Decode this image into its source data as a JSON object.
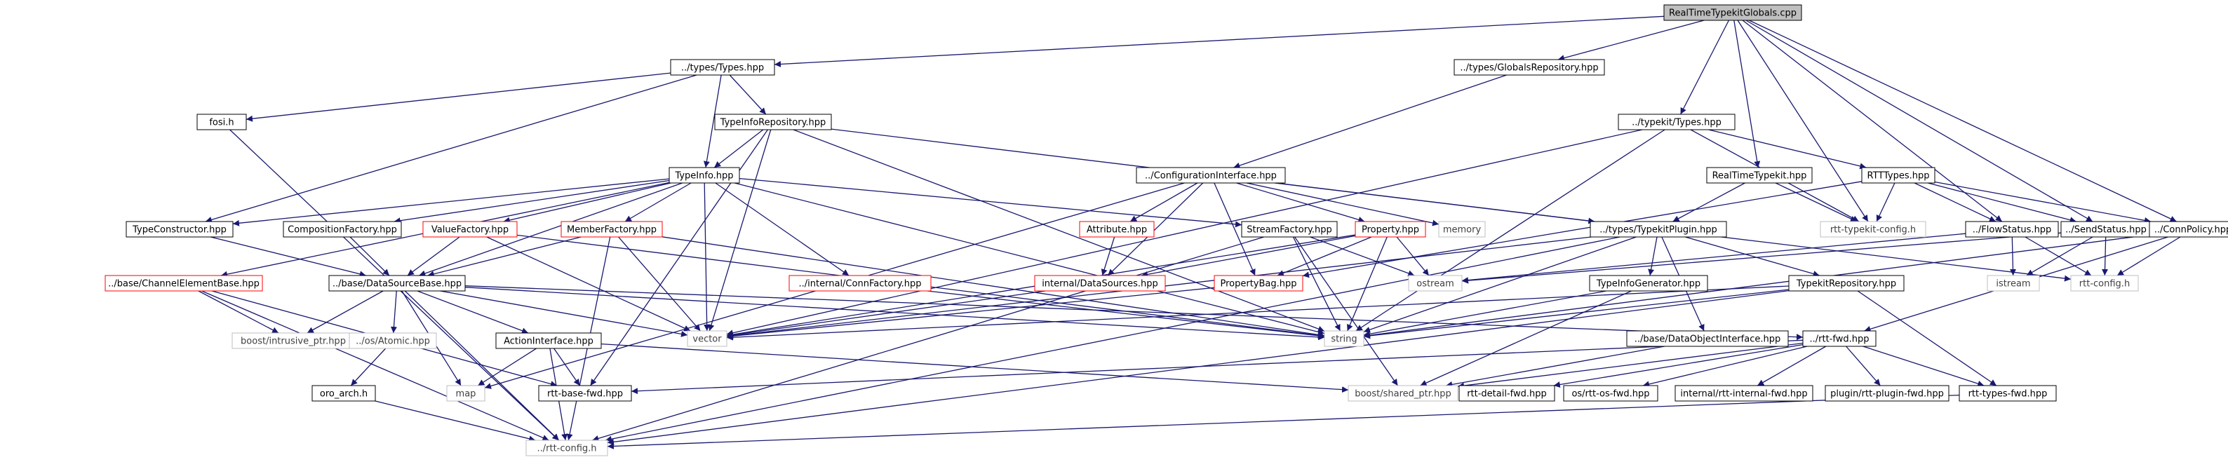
{
  "colors": {
    "edge": "#191970",
    "box_black": "#000000",
    "box_red": "#ff0000",
    "box_gray": "#bfbfbf",
    "root_fill": "#bfbfbf",
    "text": "#000000",
    "text_gray": "#404040"
  },
  "nodes": [
    {
      "id": "root",
      "label": "RealTimeTypekitGlobals.cpp",
      "style": "root"
    },
    {
      "id": "types_types",
      "label": "../types/Types.hpp",
      "style": "black"
    },
    {
      "id": "globals_repo",
      "label": "../types/GlobalsRepository.hpp",
      "style": "black"
    },
    {
      "id": "fosi",
      "label": "fosi.h",
      "style": "black"
    },
    {
      "id": "typeinfo_repo",
      "label": "TypeInfoRepository.hpp",
      "style": "black"
    },
    {
      "id": "typekit_types",
      "label": "../typekit/Types.hpp",
      "style": "black"
    },
    {
      "id": "rt_typekit",
      "label": "RealTimeTypekit.hpp",
      "style": "black"
    },
    {
      "id": "rtttypes",
      "label": "RTTTypes.hpp",
      "style": "black"
    },
    {
      "id": "typeinfo",
      "label": "TypeInfo.hpp",
      "style": "black"
    },
    {
      "id": "config_iface",
      "label": "../ConfigurationInterface.hpp",
      "style": "black"
    },
    {
      "id": "typekit_config",
      "label": "rtt-typekit-config.h",
      "style": "gray"
    },
    {
      "id": "type_constructor",
      "label": "TypeConstructor.hpp",
      "style": "black"
    },
    {
      "id": "composition_factory",
      "label": "CompositionFactory.hpp",
      "style": "black"
    },
    {
      "id": "value_factory",
      "label": "ValueFactory.hpp",
      "style": "red"
    },
    {
      "id": "member_factory",
      "label": "MemberFactory.hpp",
      "style": "red"
    },
    {
      "id": "stream_factory",
      "label": "StreamFactory.hpp",
      "style": "black"
    },
    {
      "id": "attribute",
      "label": "Attribute.hpp",
      "style": "red"
    },
    {
      "id": "property",
      "label": "Property.hpp",
      "style": "red"
    },
    {
      "id": "memory",
      "label": "memory",
      "style": "gray"
    },
    {
      "id": "typekit_plugin",
      "label": "../types/TypekitPlugin.hpp",
      "style": "black"
    },
    {
      "id": "flowstatus",
      "label": "../FlowStatus.hpp",
      "style": "black"
    },
    {
      "id": "sendstatus",
      "label": "../SendStatus.hpp",
      "style": "black"
    },
    {
      "id": "connpolicy",
      "label": "../ConnPolicy.hpp",
      "style": "black"
    },
    {
      "id": "channel_element",
      "label": "../base/ChannelElementBase.hpp",
      "style": "red"
    },
    {
      "id": "datasource_base",
      "label": "../base/DataSourceBase.hpp",
      "style": "black"
    },
    {
      "id": "internal_connfactory",
      "label": "../internal/ConnFactory.hpp",
      "style": "red"
    },
    {
      "id": "internal_datasources",
      "label": "internal/DataSources.hpp",
      "style": "red"
    },
    {
      "id": "propertybag",
      "label": "PropertyBag.hpp",
      "style": "red"
    },
    {
      "id": "ostream",
      "label": "ostream",
      "style": "gray"
    },
    {
      "id": "typeinfo_generator",
      "label": "TypeInfoGenerator.hpp",
      "style": "black"
    },
    {
      "id": "typekit_repo",
      "label": "TypekitRepository.hpp",
      "style": "black"
    },
    {
      "id": "istream",
      "label": "istream",
      "style": "gray"
    },
    {
      "id": "rtt_config_h",
      "label": "rtt-config.h",
      "style": "gray"
    },
    {
      "id": "intrusive_ptr",
      "label": "boost/intrusive_ptr.hpp",
      "style": "gray"
    },
    {
      "id": "os_atomic",
      "label": "../os/Atomic.hpp",
      "style": "gray"
    },
    {
      "id": "action_iface",
      "label": "ActionInterface.hpp",
      "style": "black"
    },
    {
      "id": "vector",
      "label": "vector",
      "style": "gray"
    },
    {
      "id": "string",
      "label": "string",
      "style": "gray"
    },
    {
      "id": "dataobject_iface",
      "label": "../base/DataObjectInterface.hpp",
      "style": "black"
    },
    {
      "id": "rtt_fwd",
      "label": "../rtt-fwd.hpp",
      "style": "black"
    },
    {
      "id": "oro_arch",
      "label": "oro_arch.h",
      "style": "black"
    },
    {
      "id": "map",
      "label": "map",
      "style": "gray"
    },
    {
      "id": "rtt_base_fwd",
      "label": "rtt-base-fwd.hpp",
      "style": "black"
    },
    {
      "id": "boost_shared_ptr",
      "label": "boost/shared_ptr.hpp",
      "style": "gray"
    },
    {
      "id": "rtt_detail_fwd",
      "label": "rtt-detail-fwd.hpp",
      "style": "black"
    },
    {
      "id": "os_rtt_os_fwd",
      "label": "os/rtt-os-fwd.hpp",
      "style": "black"
    },
    {
      "id": "internal_rtt_internal_fwd",
      "label": "internal/rtt-internal-fwd.hpp",
      "style": "black"
    },
    {
      "id": "plugin_rtt_plugin_fwd",
      "label": "plugin/rtt-plugin-fwd.hpp",
      "style": "black"
    },
    {
      "id": "rtt_types_fwd",
      "label": "rtt-types-fwd.hpp",
      "style": "black"
    },
    {
      "id": "rtt_config_dotdot",
      "label": "../rtt-config.h",
      "style": "gray"
    }
  ],
  "edges": [
    [
      "root",
      "types_types"
    ],
    [
      "root",
      "globals_repo"
    ],
    [
      "root",
      "typekit_types"
    ],
    [
      "root",
      "rt_typekit"
    ],
    [
      "root",
      "typekit_config"
    ],
    [
      "root",
      "flowstatus"
    ],
    [
      "root",
      "sendstatus"
    ],
    [
      "root",
      "connpolicy"
    ],
    [
      "types_types",
      "fosi"
    ],
    [
      "types_types",
      "typeinfo_repo"
    ],
    [
      "types_types",
      "typeinfo"
    ],
    [
      "types_types",
      "type_constructor"
    ],
    [
      "globals_repo",
      "config_iface"
    ],
    [
      "fosi",
      "rtt_config_dotdot"
    ],
    [
      "typeinfo_repo",
      "typeinfo"
    ],
    [
      "typeinfo_repo",
      "vector"
    ],
    [
      "typeinfo_repo",
      "string"
    ],
    [
      "typeinfo_repo",
      "typekit_plugin"
    ],
    [
      "typeinfo_repo",
      "rtt_base_fwd"
    ],
    [
      "typeinfo",
      "type_constructor"
    ],
    [
      "typeinfo",
      "composition_factory"
    ],
    [
      "typeinfo",
      "value_factory"
    ],
    [
      "typeinfo",
      "member_factory"
    ],
    [
      "typeinfo",
      "stream_factory"
    ],
    [
      "typeinfo",
      "internal_connfactory"
    ],
    [
      "typeinfo",
      "channel_element"
    ],
    [
      "typeinfo",
      "datasource_base"
    ],
    [
      "typeinfo",
      "vector"
    ],
    [
      "typeinfo",
      "string"
    ],
    [
      "typekit_types",
      "vector"
    ],
    [
      "typekit_types",
      "string"
    ],
    [
      "typekit_types",
      "rtttypes"
    ],
    [
      "typekit_types",
      "typekit_config"
    ],
    [
      "rt_typekit",
      "typekit_config"
    ],
    [
      "rtttypes",
      "flowstatus"
    ],
    [
      "rtttypes",
      "sendstatus"
    ],
    [
      "rtttypes",
      "connpolicy"
    ],
    [
      "rtttypes",
      "propertybag"
    ],
    [
      "rtttypes",
      "typekit_config"
    ],
    [
      "rt_typekit",
      "typekit_plugin"
    ],
    [
      "config_iface",
      "attribute"
    ],
    [
      "config_iface",
      "property"
    ],
    [
      "config_iface",
      "memory"
    ],
    [
      "config_iface",
      "internal_datasources"
    ],
    [
      "config_iface",
      "propertybag"
    ],
    [
      "config_iface",
      "map"
    ],
    [
      "config_iface",
      "rtt_config_h"
    ],
    [
      "type_constructor",
      "datasource_base"
    ],
    [
      "composition_factory",
      "datasource_base"
    ],
    [
      "value_factory",
      "datasource_base"
    ],
    [
      "value_factory",
      "vector"
    ],
    [
      "value_factory",
      "string"
    ],
    [
      "member_factory",
      "datasource_base"
    ],
    [
      "member_factory",
      "vector"
    ],
    [
      "member_factory",
      "string"
    ],
    [
      "member_factory",
      "rtt_config_dotdot"
    ],
    [
      "stream_factory",
      "ostream"
    ],
    [
      "stream_factory",
      "string"
    ],
    [
      "stream_factory",
      "boost_shared_ptr"
    ],
    [
      "stream_factory",
      "rtt_config_dotdot"
    ],
    [
      "attribute",
      "internal_datasources"
    ],
    [
      "property",
      "propertybag"
    ],
    [
      "property",
      "internal_datasources"
    ],
    [
      "property",
      "string"
    ],
    [
      "property",
      "ostream"
    ],
    [
      "property",
      "vector"
    ],
    [
      "typekit_plugin",
      "string"
    ],
    [
      "typekit_plugin",
      "vector"
    ],
    [
      "typekit_plugin",
      "rtt_config_dotdot"
    ],
    [
      "flowstatus",
      "ostream"
    ],
    [
      "flowstatus",
      "istream"
    ],
    [
      "flowstatus",
      "rtt_config_h"
    ],
    [
      "sendstatus",
      "ostream"
    ],
    [
      "sendstatus",
      "istream"
    ],
    [
      "sendstatus",
      "rtt_config_h"
    ],
    [
      "connpolicy",
      "rtt_config_h"
    ],
    [
      "connpolicy",
      "string"
    ],
    [
      "connpolicy",
      "rtt_fwd"
    ],
    [
      "channel_element",
      "intrusive_ptr"
    ],
    [
      "channel_element",
      "rtt_base_fwd"
    ],
    [
      "channel_element",
      "rtt_config_dotdot"
    ],
    [
      "datasource_base",
      "intrusive_ptr"
    ],
    [
      "datasource_base",
      "os_atomic"
    ],
    [
      "datasource_base",
      "action_iface"
    ],
    [
      "datasource_base",
      "vector"
    ],
    [
      "datasource_base",
      "string"
    ],
    [
      "datasource_base",
      "map"
    ],
    [
      "datasource_base",
      "rtt_config_dotdot"
    ],
    [
      "datasource_base",
      "rtt_fwd"
    ],
    [
      "os_atomic",
      "oro_arch"
    ],
    [
      "oro_arch",
      "rtt_config_dotdot"
    ],
    [
      "action_iface",
      "map"
    ],
    [
      "action_iface",
      "rtt_base_fwd"
    ],
    [
      "action_iface",
      "rtt_config_dotdot"
    ],
    [
      "action_iface",
      "boost_shared_ptr"
    ],
    [
      "internal_connfactory",
      "string"
    ],
    [
      "internal_datasources",
      "vector"
    ],
    [
      "propertybag",
      "vector"
    ],
    [
      "typeinfo_generator",
      "string"
    ],
    [
      "typeinfo_generator",
      "boost_shared_ptr"
    ],
    [
      "typekit_repo",
      "string"
    ],
    [
      "typekit_repo",
      "vector"
    ],
    [
      "typekit_repo",
      "rtt_types_fwd"
    ],
    [
      "typekit_repo",
      "rtt_config_dotdot"
    ],
    [
      "dataobject_iface",
      "boost_shared_ptr"
    ],
    [
      "rtt_fwd",
      "rtt_base_fwd"
    ],
    [
      "rtt_fwd",
      "boost_shared_ptr"
    ],
    [
      "rtt_fwd",
      "rtt_detail_fwd"
    ],
    [
      "rtt_fwd",
      "os_rtt_os_fwd"
    ],
    [
      "rtt_fwd",
      "internal_rtt_internal_fwd"
    ],
    [
      "rtt_fwd",
      "plugin_rtt_plugin_fwd"
    ],
    [
      "rtt_fwd",
      "rtt_types_fwd"
    ],
    [
      "rtt_types_fwd",
      "rtt_config_dotdot"
    ],
    [
      "typekit_plugin",
      "typeinfo_generator"
    ],
    [
      "typekit_plugin",
      "typekit_repo"
    ],
    [
      "typekit_plugin",
      "dataobject_iface"
    ]
  ]
}
